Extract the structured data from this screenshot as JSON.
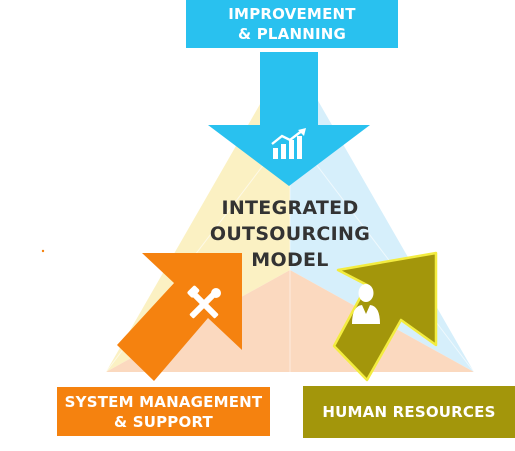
{
  "colors": {
    "improvement": "#29c1ef",
    "system": "#f5820f",
    "human": "#a3960b",
    "tri_yellow": "#fbf1c3",
    "tri_blue": "#d6effb",
    "tri_peach": "#fbd9bf",
    "center_text": "#333333",
    "icon": "#ffffff"
  },
  "boxes": {
    "improvement": {
      "line1": "IMPROVEMENT",
      "line2": "& PLANNING",
      "icon": "chart-growth-icon"
    },
    "system": {
      "line1": "SYSTEM MANAGEMENT",
      "line2": "& SUPPORT",
      "icon": "tools-icon"
    },
    "human": {
      "line1": "HUMAN RESOURCES",
      "icon": "person-icon"
    }
  },
  "center": {
    "line1": "INTEGRATED",
    "line2": "OUTSOURCING",
    "line3": "MODEL"
  }
}
